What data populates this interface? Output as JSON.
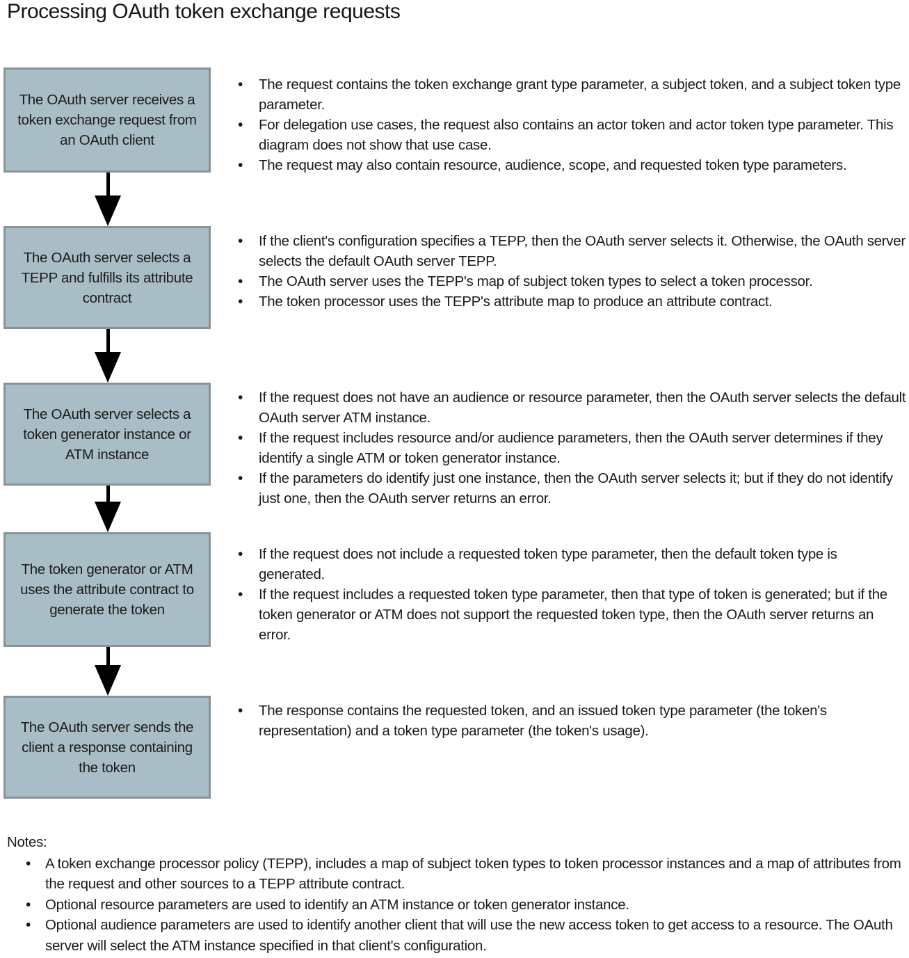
{
  "title": "Processing OAuth token exchange requests",
  "colors": {
    "box_fill": "#a9bdc6",
    "box_border": "#87929a",
    "arrow": "#000000",
    "text": "#1a1a1a",
    "background": "#ffffff"
  },
  "steps": [
    {
      "box": "The OAuth server receives a token exchange request from an OAuth client",
      "bullets": [
        "The request contains the token exchange grant type parameter, a subject token, and a subject token type parameter.",
        "For delegation use cases, the request also contains an actor token and actor token type parameter. This diagram does not show that use case.",
        "The request may also contain resource, audience, scope, and requested token type parameters."
      ]
    },
    {
      "box": "The OAuth server selects a TEPP and fulfills its attribute contract",
      "bullets": [
        "If the client's configuration specifies a TEPP, then the OAuth server selects it. Otherwise, the OAuth server selects the default OAuth server TEPP.",
        "The OAuth server uses the TEPP's map of subject token types to select a token processor.",
        "The token processor uses the TEPP's attribute map to produce an attribute contract."
      ]
    },
    {
      "box": "The OAuth server selects a token generator instance or ATM instance",
      "bullets": [
        "If the request does not have an audience or resource parameter, then the OAuth server selects the default OAuth server ATM instance.",
        "If the request includes resource and/or audience parameters, then the OAuth server determines if they identify a single ATM or token generator instance.",
        "If the parameters do identify just one instance, then the OAuth server selects it; but if they do not identify just one, then the OAuth server returns an error."
      ]
    },
    {
      "box": "The token generator or ATM uses the attribute contract to generate the token",
      "bullets": [
        "If the request does not include a requested token type parameter, then the default token type is generated.",
        "If the request includes a requested token type parameter, then that type of token is generated; but if the token generator or ATM does not support the requested token type, then the OAuth server returns an error."
      ]
    },
    {
      "box": "The OAuth server sends the client a response containing the token",
      "bullets": [
        "The response contains the requested token, and an issued token type parameter (the token's representation) and a token type parameter (the token's usage)."
      ]
    }
  ],
  "notes": {
    "heading": "Notes:",
    "items": [
      "A token exchange processor policy (TEPP), includes a map of subject token types to token processor instances and a map of attributes from the request and other sources to a TEPP attribute contract.",
      "Optional resource parameters are used to identify an ATM instance or token generator instance.",
      "Optional audience parameters are used to identify another client that will use the new access token to get access to a resource. The OAuth server will select the ATM instance specified in that client's configuration."
    ]
  }
}
